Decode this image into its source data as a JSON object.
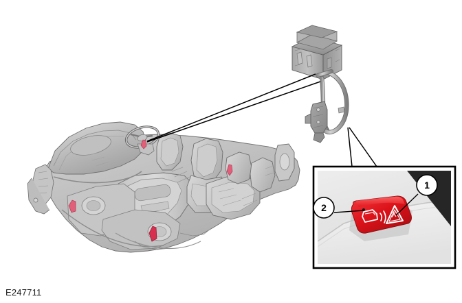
{
  "figure": {
    "id_label": "E247711",
    "type": "automotive-service-illustration",
    "description": "Vehicle interior floorpan with parking aid module and hazard/park-aid switch detail"
  },
  "callouts": [
    {
      "number": "1",
      "label": "hazard-warning-indicator-icon",
      "target": "hazard triangle symbol on switch"
    },
    {
      "number": "2",
      "label": "parking-aid-symbol-icon",
      "target": "parking aid vehicle-with-waves symbol on switch"
    }
  ],
  "parts": {
    "module": {
      "name": "parking-aid-module",
      "body_color": "#b4b4b4",
      "top_color": "#8e8e8e"
    },
    "bracket": {
      "name": "module-mounting-bracket",
      "color": "#9a9a9a"
    },
    "interior": {
      "name": "vehicle-interior-floorpan",
      "base_color": "#c9c9c9",
      "outline_color": "#7a7a7a",
      "marker_color": "#e0607a"
    },
    "switch": {
      "name": "hazard-and-park-aid-switch",
      "face_color": "#e01b22",
      "shadow_color": "#9c0e12",
      "symbol_color": "#ffffff"
    }
  },
  "detail_box": {
    "name": "switch-detail-inset",
    "border_color": "#000000",
    "panel_color": "#e8e8e8",
    "corner_wedge_color": "#262626"
  },
  "colors": {
    "leader_line": "#000000",
    "background": "#ffffff",
    "text": "#1a1a1a"
  }
}
